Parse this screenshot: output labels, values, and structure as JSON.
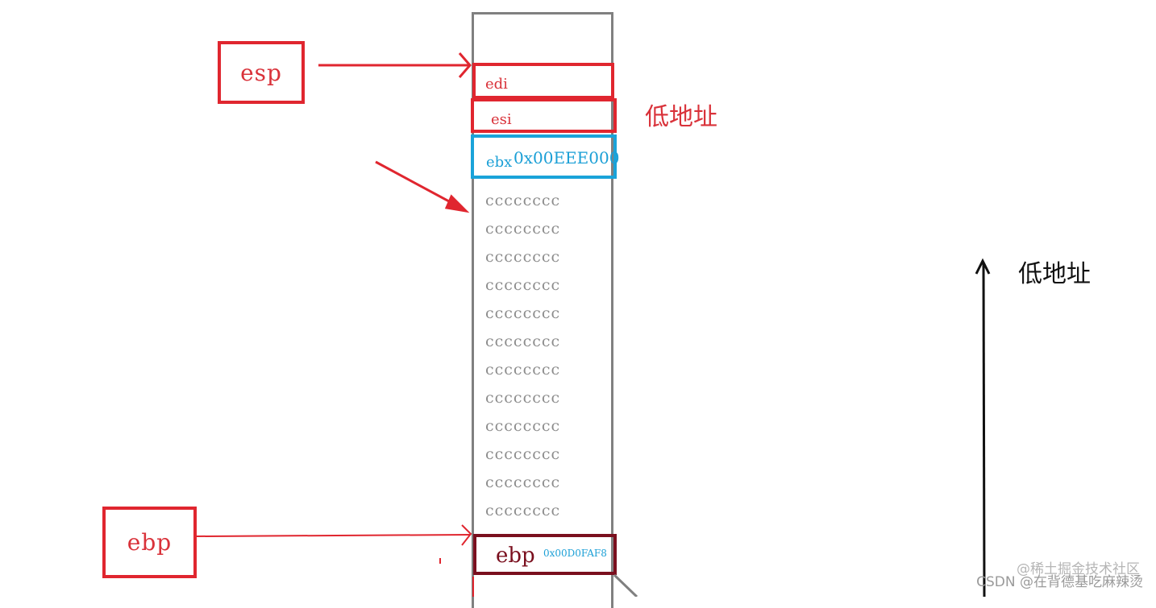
{
  "labels": {
    "esp": "esp",
    "ebp": "ebp"
  },
  "slots": {
    "edi": "edi",
    "esi": "esi",
    "ebx": "ebx",
    "ebx_value": "0x00EEE000",
    "ebp": "ebp",
    "ebp_value": "0x00D0FAF8"
  },
  "fill_lines": [
    "cccccccc",
    "cccccccc",
    "cccccccc",
    "cccccccc",
    "cccccccc",
    "cccccccc",
    "cccccccc",
    "cccccccc",
    "cccccccc",
    "cccccccc",
    "cccccccc",
    "cccccccc"
  ],
  "annotations": {
    "low_address_stack": "低地址",
    "low_address_axis": "低地址"
  },
  "watermark": "CSDN @在背德基吃麻辣烫",
  "watermark_overlay": "@稀土掘金技术社区",
  "colors": {
    "red": "#e0262f",
    "blue": "#1aa3d9",
    "darkred": "#7a0f1e",
    "gray": "#808080",
    "fill_text": "#8c8c8c"
  }
}
